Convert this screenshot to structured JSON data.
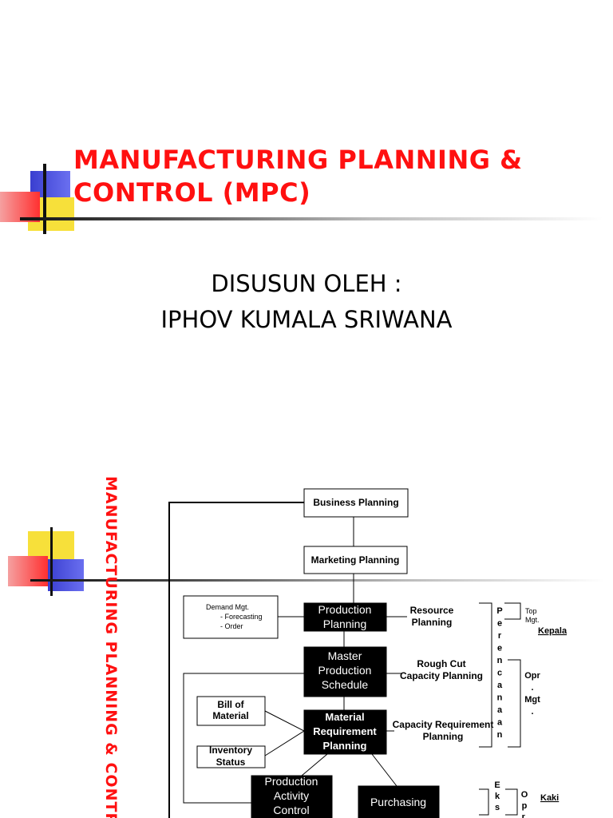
{
  "slide1": {
    "title_line1": "MANUFACTURING PLANNING &",
    "title_line2": "CONTROL (MPC)",
    "subtitle_line1": "DISUSUN OLEH :",
    "subtitle_line2": "IPHOV KUMALA SRIWANA"
  },
  "slide2": {
    "vertical_title": "MANUFACTURING PLANNING & CONTR",
    "boxes": {
      "business_planning": "Business Planning",
      "marketing_planning": "Marketing Planning",
      "demand_mgt": "Demand Mgt.",
      "demand_forecasting": "- Forecasting",
      "demand_order": "- Order",
      "production_planning_1": "Production",
      "production_planning_2": "Planning",
      "mps_1": "Master",
      "mps_2": "Production",
      "mps_3": "Schedule",
      "bom_1": "Bill of",
      "bom_2": "Material",
      "mrp_1": "Material",
      "mrp_2": "Requirement",
      "mrp_3": "Planning",
      "inventory_1": "Inventory",
      "inventory_2": "Status",
      "pac_1": "Production",
      "pac_2": "Activity",
      "pac_3": "Control",
      "purchasing": "Purchasing"
    },
    "labels": {
      "resource_1": "Resource",
      "resource_2": "Planning",
      "rough_cut_1": "Rough Cut",
      "rough_cut_2": "Capacity Planning",
      "capacity_req_1": "Capacity Requirement",
      "capacity_req_2": "Planning"
    },
    "side": {
      "perencanaan": [
        "P",
        "e",
        "r",
        "e",
        "n",
        "c",
        "a",
        "n",
        "a",
        "a",
        "n"
      ],
      "top_mgt_1": "Top",
      "top_mgt_2": "Mgt.",
      "kepala": "Kepala",
      "opr_mgt": [
        "Opr",
        ".",
        "Mgt",
        "."
      ],
      "eks": [
        "E",
        "k",
        "s"
      ],
      "opr_bottom": [
        "O",
        "p",
        "r."
      ],
      "kaki": "Kaki"
    }
  }
}
